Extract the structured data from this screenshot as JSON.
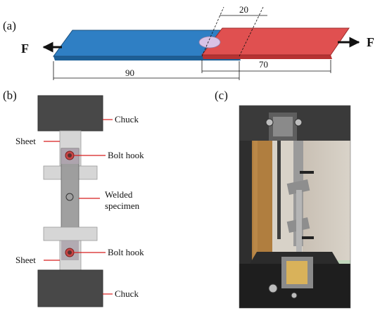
{
  "panels": {
    "a": "(a)",
    "b": "(b)",
    "c": "(c)"
  },
  "panel_a": {
    "force_left": "F",
    "force_right": "F",
    "dim_overlap": "20",
    "dim_left": "90",
    "dim_right": "70",
    "colors": {
      "left_sheet": "#2f7fc4",
      "right_sheet": "#e05050",
      "weld": "#d9c3e6"
    }
  },
  "panel_b": {
    "chuck_top": "Chuck",
    "sheet_top": "Sheet",
    "bolt_top": "Bolt hook",
    "welded_line1": "Welded",
    "welded_line2": "specimen",
    "sheet_bottom": "Sheet",
    "bolt_bottom": "Bolt hook",
    "chuck_bottom": "Chuck",
    "colors": {
      "chuck": "#484848",
      "specimen": "#9b9b9b",
      "bracket": "#d6d6d6",
      "leader": "#d81e1e",
      "sheet_end": "#e3cfe3"
    }
  },
  "panel_c": {
    "photo": "tensile-test-photo"
  }
}
